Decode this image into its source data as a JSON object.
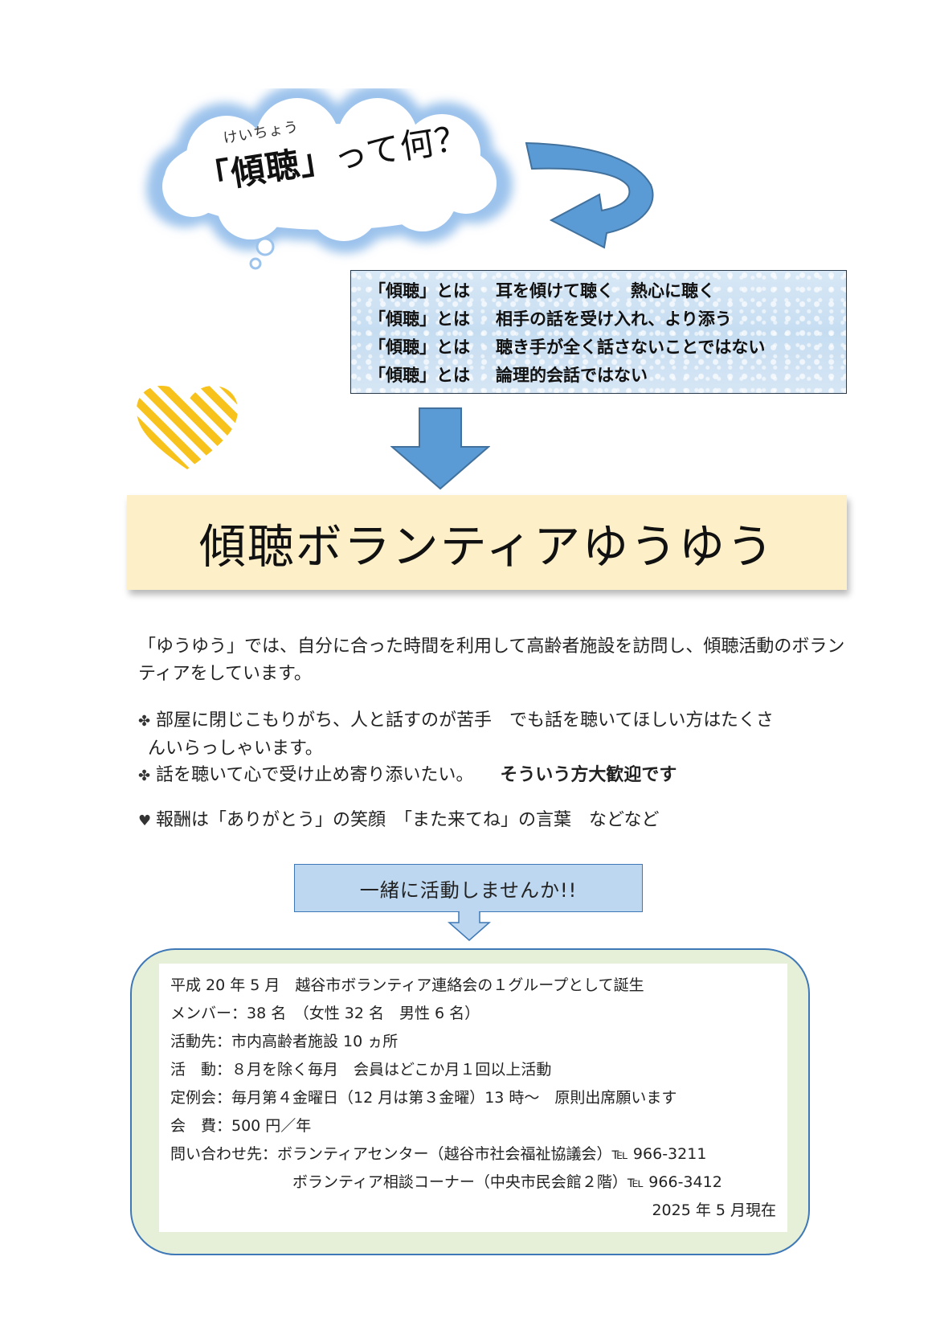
{
  "cloud": {
    "furigana": "けいちょう",
    "title_main": "「傾聴」",
    "title_suffix": "って何？"
  },
  "definitions": [
    {
      "prefix": "「傾聴」とは",
      "text": "耳を傾けて聴く　熱心に聴く"
    },
    {
      "prefix": "「傾聴」とは",
      "text": "相手の話を受け入れ、より添う"
    },
    {
      "prefix": "「傾聴」とは",
      "text": "聴き手が全く話さないことではない"
    },
    {
      "prefix": "「傾聴」とは",
      "text": "論理的会話ではない"
    }
  ],
  "banner": {
    "title": "傾聴ボランティアゆうゆう"
  },
  "intro": "「ゆうゆう」では、自分に合った時間を利用して高齢者施設を訪問し、傾聴活動のボランティアをしています。",
  "bullets": {
    "b1_line1": "部屋に閉じこもりがち、人と話すのが苦手　でも話を聴いてほしい方はたくさ",
    "b1_line2": "んいらっしゃいます。",
    "b2_text": "話を聴いて心で受け止め寄り添いたい。",
    "b2_strong": "そういう方大歓迎です",
    "b3_text": "報酬は「ありがとう」の笑顔　「また来てね」の言葉　などなど",
    "clover_symbol": "✤",
    "heart_symbol": "♥"
  },
  "callout": {
    "text": "一緒に活動しませんか!!"
  },
  "info": {
    "founded": "平成 20 年 5 月　越谷市ボランティア連絡会の１グループとして誕生",
    "members": "メンバー：38 名　（女性 32 名　男性 6 名）",
    "places": "活動先：市内高齢者施設 10 ヵ所",
    "activity": "活　動：８月を除く毎月　会員はどこか月１回以上活動",
    "meeting": "定例会：毎月第４金曜日（12 月は第３金曜）13 時～　原則出席願います",
    "fee": "会　費：500 円／年",
    "contact1": "問い合わせ先：ボランティアセンター（越谷市社会福祉協議会）℡ 966-3211",
    "contact2": "ボランティア相談コーナー（中央市民会館２階）℡ 966-3412",
    "as_of": "2025 年 5 月現在"
  },
  "colors": {
    "cloud_fill": "#dbe9f7",
    "arrow_blue": "#5b9bd5",
    "heart_yellow": "#f7c21c",
    "banner_bg": "#fdf0c8",
    "info_bg": "#e6f0d9"
  }
}
